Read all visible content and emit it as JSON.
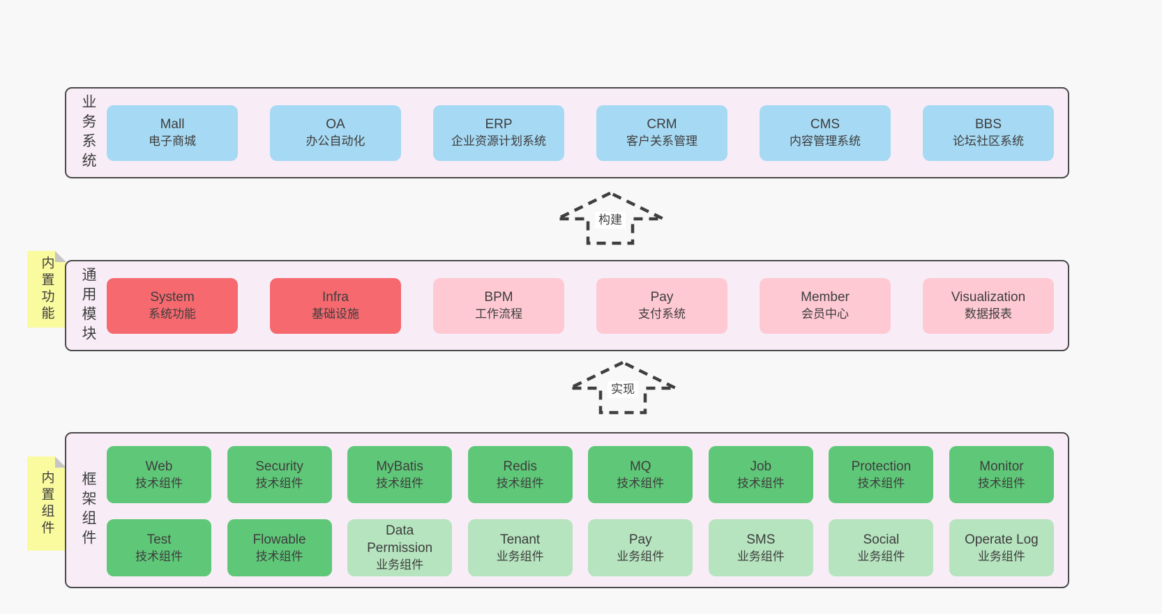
{
  "colors": {
    "page_bg": "#f8f8f8",
    "panel_bg": "#f8edf6",
    "panel_border": "#4a4a4a",
    "blue_box": "#a6d9f3",
    "red_box": "#f5696f",
    "pink_box": "#fec9d3",
    "green_box": "#5fc878",
    "green_light_box": "#b6e4bf",
    "sticky_note": "#fafa9e"
  },
  "arrows": [
    {
      "label": "构建"
    },
    {
      "label": "实现"
    }
  ],
  "sections": {
    "business": {
      "label": "业务系统",
      "boxes": [
        {
          "name": "Mall",
          "desc": "电子商城",
          "variant": "blue"
        },
        {
          "name": "OA",
          "desc": "办公自动化",
          "variant": "blue"
        },
        {
          "name": "ERP",
          "desc": "企业资源计划系统",
          "variant": "blue"
        },
        {
          "name": "CRM",
          "desc": "客户关系管理",
          "variant": "blue"
        },
        {
          "name": "CMS",
          "desc": "内容管理系统",
          "variant": "blue"
        },
        {
          "name": "BBS",
          "desc": "论坛社区系统",
          "variant": "blue"
        }
      ]
    },
    "modules": {
      "label": "通用模块",
      "sticky": "内置功能",
      "boxes": [
        {
          "name": "System",
          "desc": "系统功能",
          "variant": "red"
        },
        {
          "name": "Infra",
          "desc": "基础设施",
          "variant": "red"
        },
        {
          "name": "BPM",
          "desc": "工作流程",
          "variant": "pink"
        },
        {
          "name": "Pay",
          "desc": "支付系统",
          "variant": "pink"
        },
        {
          "name": "Member",
          "desc": "会员中心",
          "variant": "pink"
        },
        {
          "name": "Visualization",
          "desc": "数据报表",
          "variant": "pink"
        }
      ]
    },
    "components": {
      "label": "框架组件",
      "sticky": "内置组件",
      "rows": [
        [
          {
            "name": "Web",
            "desc": "技术组件",
            "variant": "green"
          },
          {
            "name": "Security",
            "desc": "技术组件",
            "variant": "green"
          },
          {
            "name": "MyBatis",
            "desc": "技术组件",
            "variant": "green"
          },
          {
            "name": "Redis",
            "desc": "技术组件",
            "variant": "green"
          },
          {
            "name": "MQ",
            "desc": "技术组件",
            "variant": "green"
          },
          {
            "name": "Job",
            "desc": "技术组件",
            "variant": "green"
          },
          {
            "name": "Protection",
            "desc": "技术组件",
            "variant": "green"
          },
          {
            "name": "Monitor",
            "desc": "技术组件",
            "variant": "green"
          }
        ],
        [
          {
            "name": "Test",
            "desc": "技术组件",
            "variant": "green"
          },
          {
            "name": "Flowable",
            "desc": "技术组件",
            "variant": "green"
          },
          {
            "name": "Data\nPermission",
            "desc": "业务组件",
            "variant": "green-light"
          },
          {
            "name": "Tenant",
            "desc": "业务组件",
            "variant": "green-light"
          },
          {
            "name": "Pay",
            "desc": "业务组件",
            "variant": "green-light"
          },
          {
            "name": "SMS",
            "desc": "业务组件",
            "variant": "green-light"
          },
          {
            "name": "Social",
            "desc": "业务组件",
            "variant": "green-light"
          },
          {
            "name": "Operate Log",
            "desc": "业务组件",
            "variant": "green-light"
          }
        ]
      ]
    }
  }
}
